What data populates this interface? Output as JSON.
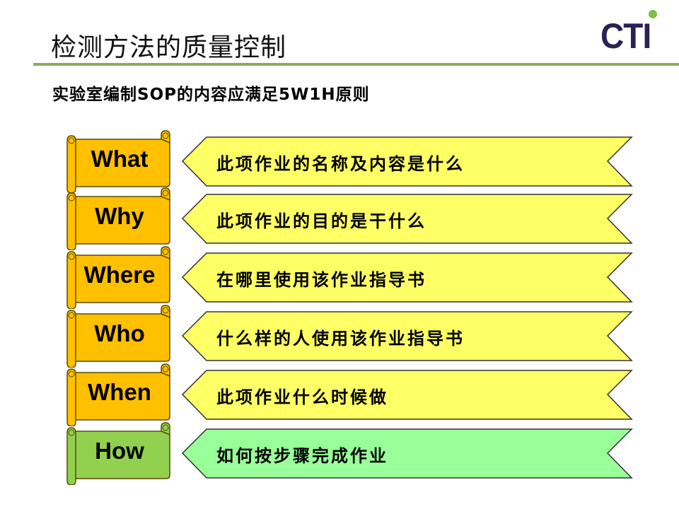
{
  "header": {
    "title": "检测方法的质量控制",
    "logo": {
      "text": "CTI",
      "text_color": "#2b2252",
      "dot_color": "#7dc142"
    },
    "rule_color": "#8aaf55"
  },
  "subtitle": "实验室编制SOP的内容应满足5W1H原则",
  "colors": {
    "scroll_default": "#ffc000",
    "scroll_how": "#92d050",
    "banner_default": "#ffff66",
    "banner_how": "#99ff99",
    "outline": "#333333"
  },
  "rows": [
    {
      "key": "What",
      "desc": "此项作业的名称及内容是什么",
      "variant": "default"
    },
    {
      "key": "Why",
      "desc": "此项作业的目的是干什么",
      "variant": "default"
    },
    {
      "key": "Where",
      "desc": "在哪里使用该作业指导书",
      "variant": "default"
    },
    {
      "key": "Who",
      "desc": "什么样的人使用该作业指导书",
      "variant": "default"
    },
    {
      "key": "When",
      "desc": "此项作业什么时候做",
      "variant": "default"
    },
    {
      "key": "How",
      "desc": "如何按步骤完成作业",
      "variant": "how"
    }
  ]
}
